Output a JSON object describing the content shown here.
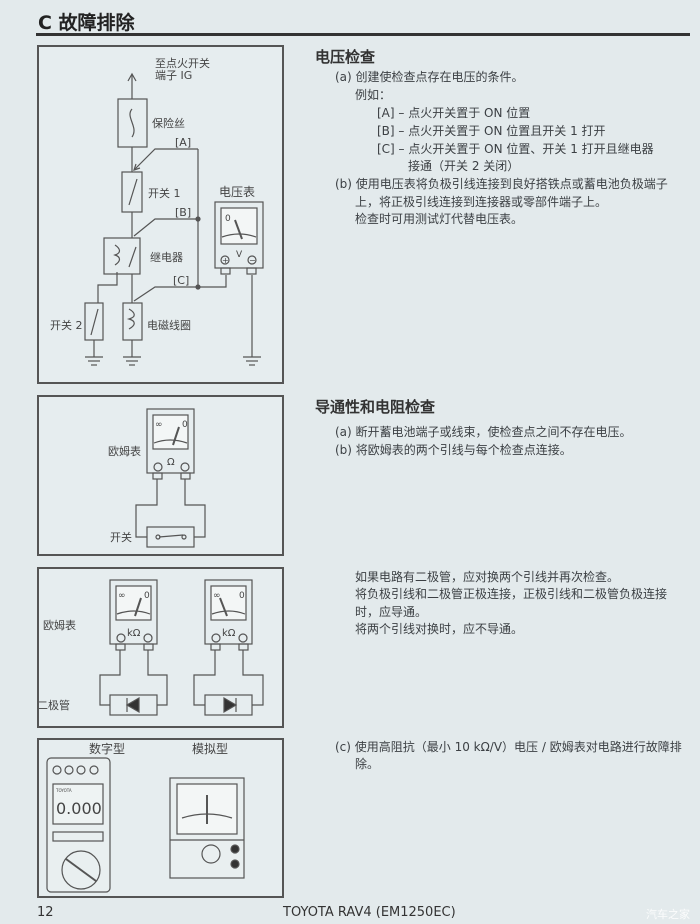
{
  "page": {
    "section_title": "C 故障排除",
    "page_number": "12",
    "footer_model": "TOYOTA RAV4 (EM1250EC)",
    "watermark": "汽车之家"
  },
  "voltage_check": {
    "heading": "电压检查",
    "lines": [
      "(a) 创建使检查点存在电压的条件。",
      "例如：",
      "[A] – 点火开关置于 ON 位置",
      "[B] – 点火开关置于 ON 位置且开关 1 打开",
      "[C] – 点火开关置于 ON 位置、开关 1 打开且继电器",
      "接通（开关 2 关闭）",
      "(b) 使用电压表将负极引线连接到良好搭铁点或蓄电池负极端子",
      "上，将正极引线连接到连接器或零部件端子上。",
      "检查时可用测试灯代替电压表。"
    ]
  },
  "continuity_check": {
    "heading": "导通性和电阻检查",
    "lines": [
      "(a) 断开蓄电池端子或线束，使检查点之间不存在电压。",
      "(b) 将欧姆表的两个引线与每个检查点连接。"
    ]
  },
  "diode_note": {
    "lines": [
      "如果电路有二极管，应对换两个引线并再次检查。",
      "将负极引线和二极管正极连接，正极引线和二极管负极连接",
      "时，应导通。",
      "将两个引线对换时，应不导通。"
    ]
  },
  "meter_note": {
    "lines": [
      "(c) 使用高阻抗（最小 10 kΩ/V）电压 / 欧姆表对电路进行故障排",
      "除。"
    ]
  },
  "diagram1": {
    "to_ignition": "至点火开关",
    "terminal_ig": "端子 IG",
    "fuse": "保险丝",
    "switch1": "开关 1",
    "relay": "继电器",
    "switch2": "开关 2",
    "solenoid": "电磁线圈",
    "voltmeter": "电压表",
    "point_a": "[A]",
    "point_b": "[B]",
    "point_c": "[C]",
    "zero": "0",
    "unit": "V",
    "plus": "+",
    "minus": "−"
  },
  "diagram2": {
    "ohmmeter": "欧姆表",
    "switch": "开关",
    "inf": "∞",
    "zero": "0",
    "unit": "Ω"
  },
  "diagram3": {
    "ohmmeter": "欧姆表",
    "diode": "二极管",
    "inf": "∞",
    "zero": "0",
    "unit": "kΩ"
  },
  "diagram4": {
    "digital": "数字型",
    "analog": "模拟型",
    "display": "0.000",
    "brand": "TOYOTA"
  }
}
